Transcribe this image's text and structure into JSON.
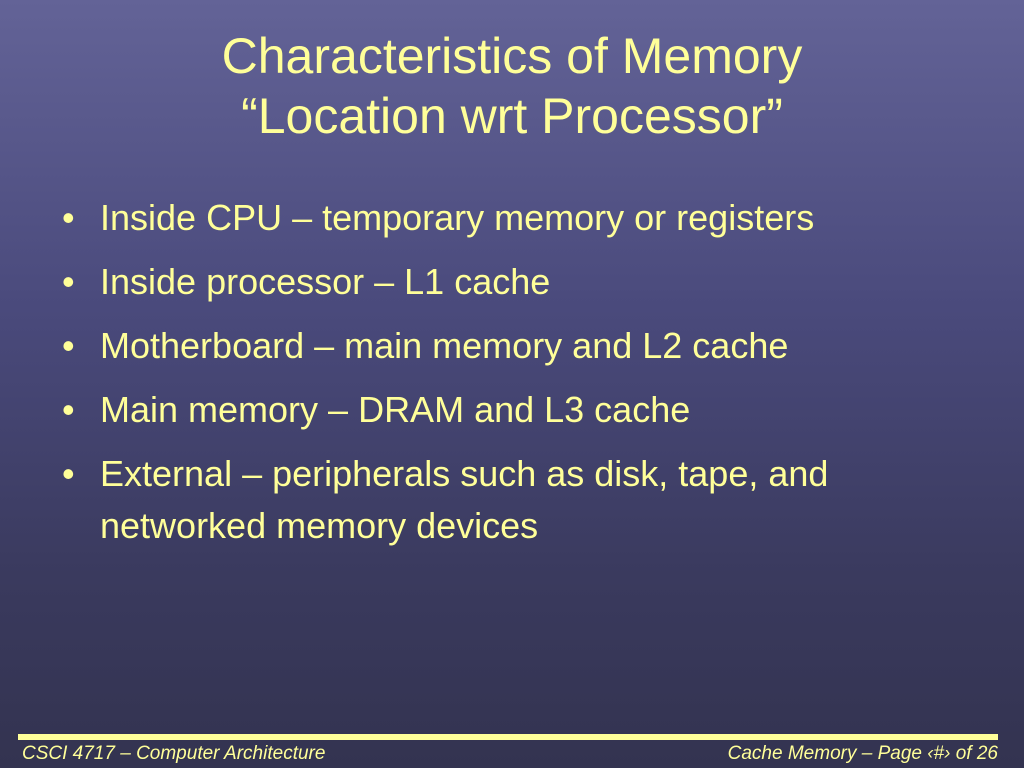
{
  "title": {
    "line1": "Characteristics of Memory",
    "line2": "“Location wrt Processor”"
  },
  "bullet_glyph": "•",
  "bullets": [
    "Inside CPU – temporary memory or registers",
    "Inside processor – L1 cache",
    "Motherboard – main memory and L2 cache",
    "Main memory – DRAM and L3 cache",
    "External – peripherals such as disk, tape, and networked memory devices"
  ],
  "footer": {
    "left": "CSCI 4717 – Computer Architecture",
    "right": "Cache Memory – Page ‹#› of 26"
  },
  "colors": {
    "text": "#ffff99",
    "background_top": "#636397",
    "background_bottom": "#333350"
  }
}
